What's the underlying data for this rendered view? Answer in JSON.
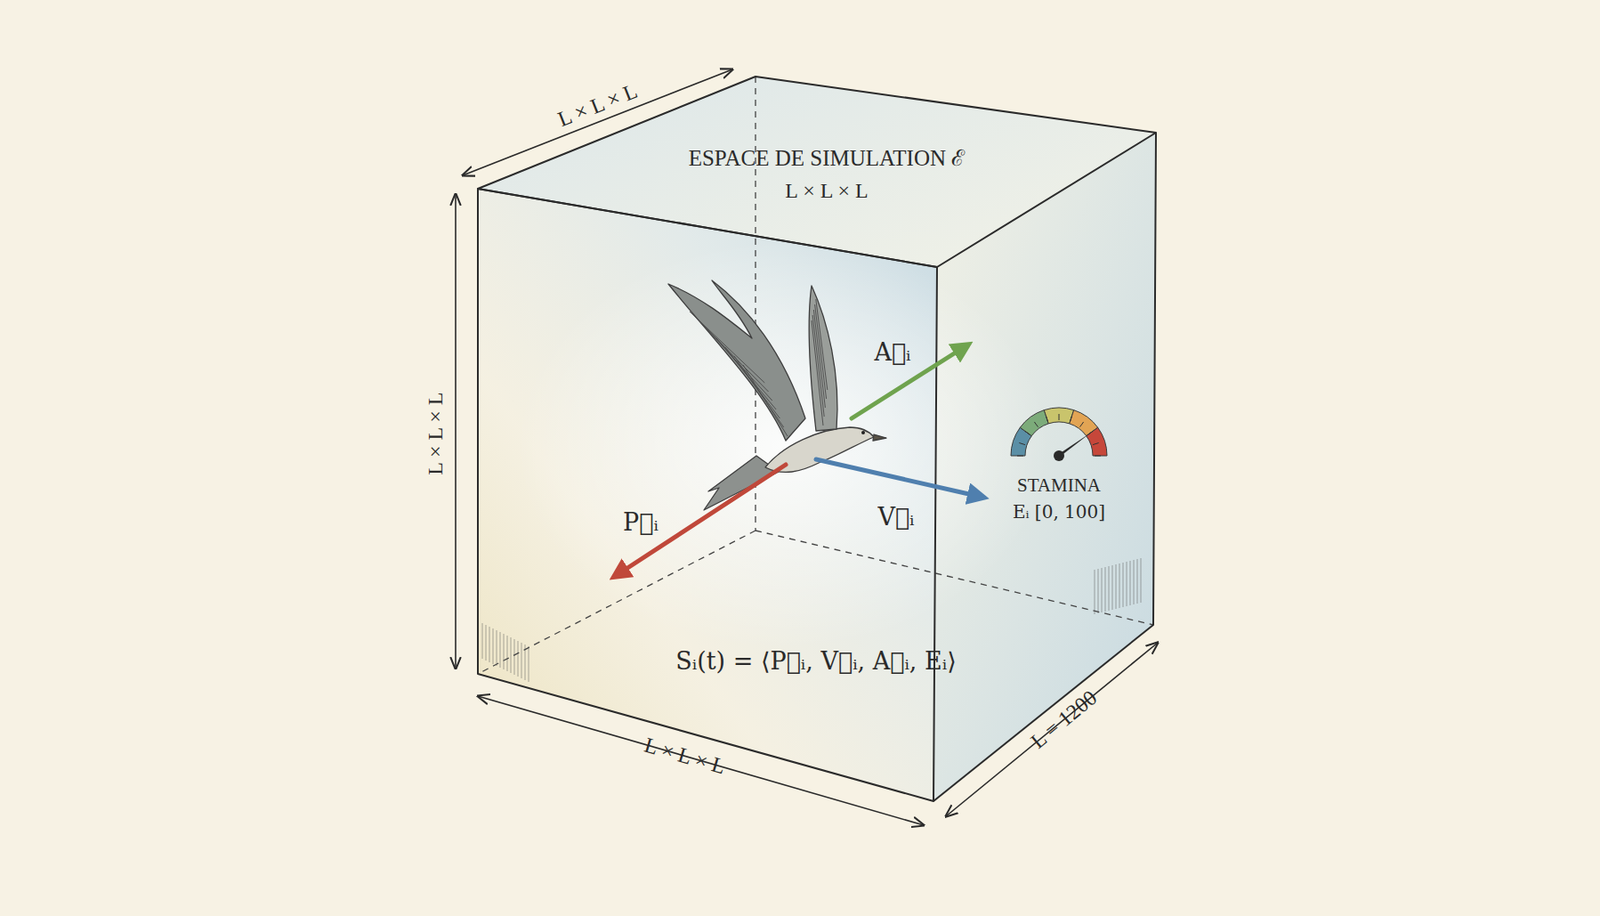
{
  "diagram": {
    "labels": [
      "L × L × L",
      "ESPACE DE SIMULATION ℰ",
      "L × L × L",
      "L × L × L",
      "A⃗ᵢ",
      "P⃗ᵢ",
      "V⃗ᵢ",
      "STAMINA",
      "Eᵢ [0, 100]",
      "Sᵢ(t) = ⟨P⃗ᵢ, V⃗ᵢ, A⃗ᵢ, Eᵢ⟩",
      "L × L × L",
      "L = 1200"
    ]
  }
}
